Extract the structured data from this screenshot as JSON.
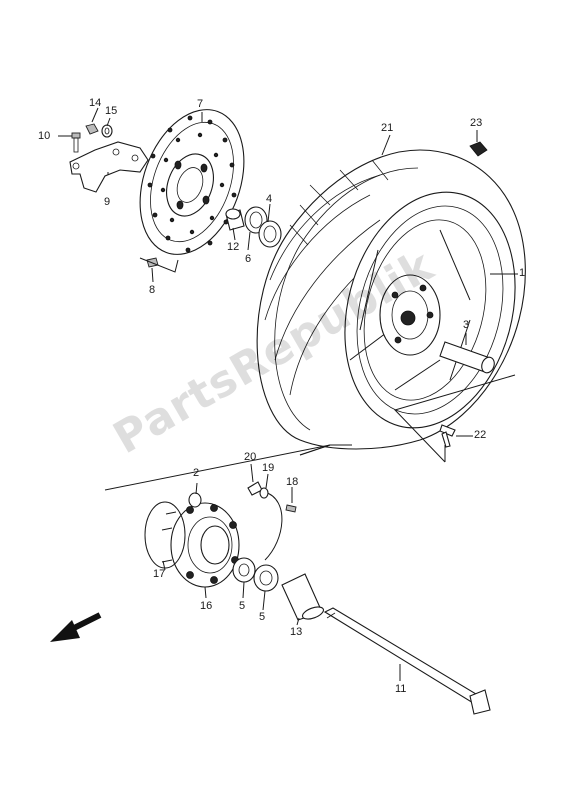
{
  "watermark": "PartsRepublik",
  "labels": {
    "p1": "1",
    "p2": "2",
    "p3": "3",
    "p4": "4",
    "p5a": "5",
    "p5b": "5",
    "p6": "6",
    "p7": "7",
    "p8": "8",
    "p9": "9",
    "p10": "10",
    "p11": "11",
    "p12": "12",
    "p13": "13",
    "p14": "14",
    "p15": "15",
    "p16": "16",
    "p17": "17",
    "p18": "18",
    "p19": "19",
    "p20": "20",
    "p21": "21",
    "p22": "22",
    "p23": "23"
  }
}
